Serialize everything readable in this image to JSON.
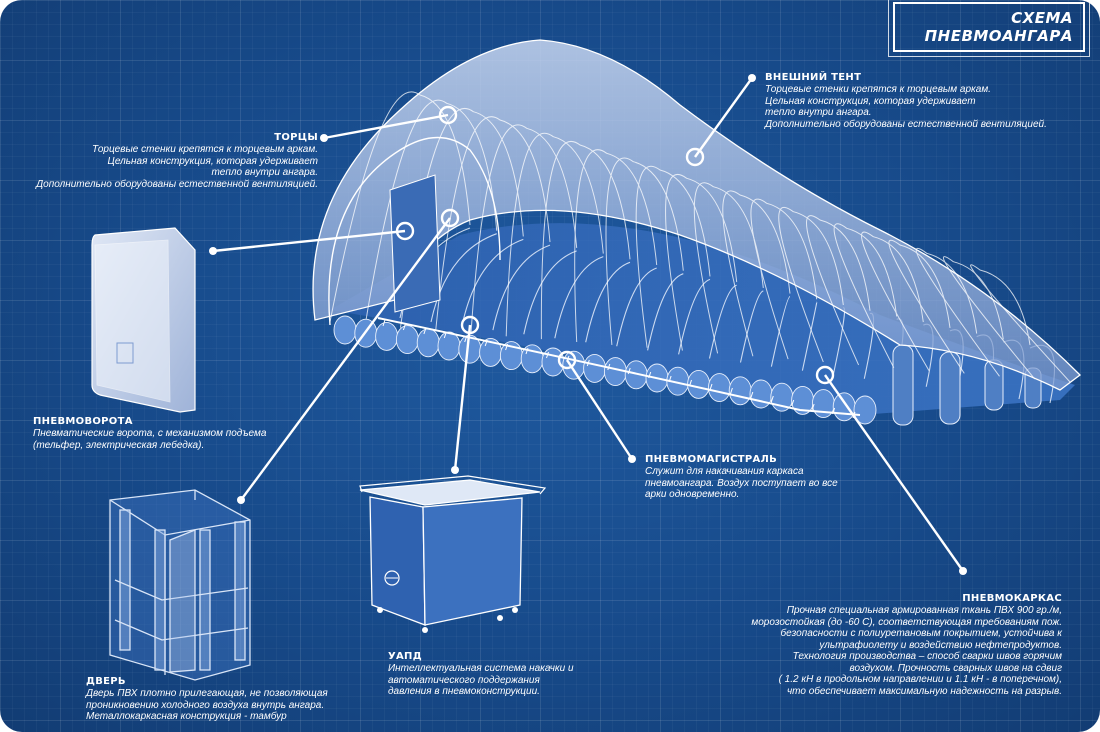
{
  "title": {
    "line1": "СХЕМА",
    "line2": "ПНЕВМОАНГАРА"
  },
  "colors": {
    "background": "#174a8a",
    "line": "#ffffff",
    "fabric": "#9fb6dd"
  },
  "callouts": {
    "vneshniy_tent": {
      "heading": "ВНЕШНИЙ ТЕНТ",
      "lines": [
        "Торцевые стенки крепятся к торцевым аркам.",
        "Цельная конструкция, которая удерживает",
        "тепло внутри ангара.",
        "Дополнительно оборудованы естественной вентиляцией."
      ]
    },
    "tortsy": {
      "heading": "ТОРЦЫ",
      "lines": [
        "Торцевые стенки крепятся к торцевым аркам.",
        "Цельная конструкция, которая удерживает",
        "тепло внутри ангара.",
        "Дополнительно оборудованы естественной вентиляцией."
      ]
    },
    "pnevmovorota": {
      "heading": "ПНЕВМОВОРОТА",
      "lines": [
        "Пневматические ворота, с механизмом подъема",
        "(тельфер, электрическая лебедка)."
      ]
    },
    "pnevmomagistral": {
      "heading": "ПНЕВМОМАГИСТРАЛЬ",
      "lines": [
        "Служит для накачивания каркаса",
        "пневмоангара. Воздух поступает во все",
        "арки одновременно."
      ]
    },
    "pnevmokarkas": {
      "heading": "ПНЕВМОКАРКАС",
      "lines": [
        "Прочная специальная армированная ткань ПВХ 900 гр./м,",
        "морозостойкая (до -60 С), соответствующая требованиям пож.",
        "безопасности с полиуретановым покрытием, устойчива к",
        "ультрафиолету и воздействию нефтепродуктов.",
        "Технология производства – способ сварки швов горячим",
        "воздухом. Прочность сварных швов на сдвиг",
        "( 1.2 кН в продольном направлении и 1.1 кН - в поперечном),",
        "что обеспечивает максимальную надежность на разрыв."
      ]
    },
    "uapd": {
      "heading": "УАПД",
      "lines": [
        "Интеллектуальная система накачки и",
        "автоматического поддержания",
        "давления в пневмоконструкции."
      ]
    },
    "dver": {
      "heading": "ДВЕРЬ",
      "lines": [
        "Дверь ПВХ плотно прилегающая, не позволяющая",
        "проникновению холодного воздуха внутрь ангара.",
        "Металлокаркасная конструкция - тамбур"
      ]
    }
  }
}
